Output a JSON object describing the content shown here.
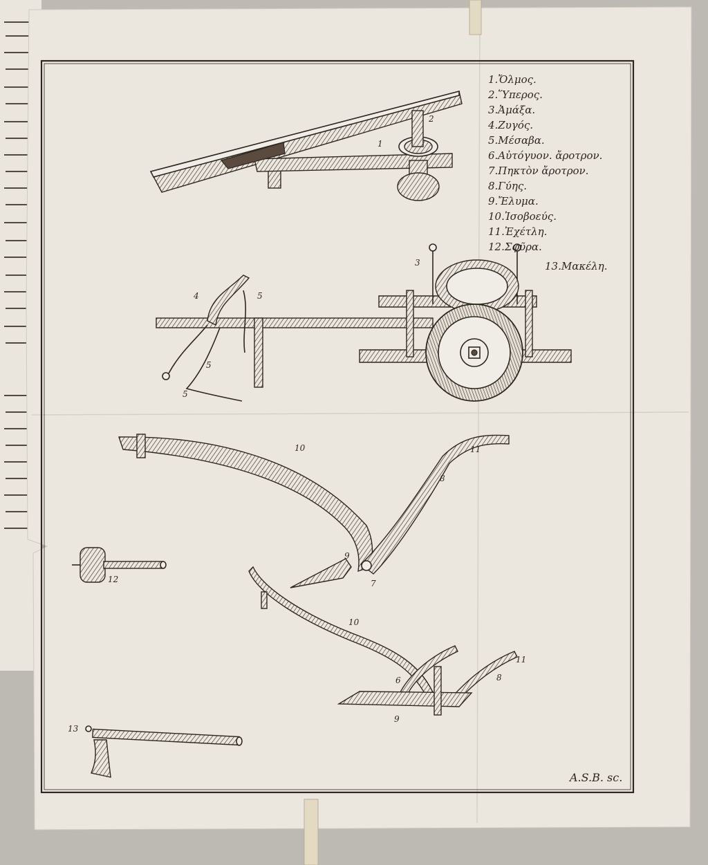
{
  "legend": {
    "items": [
      "1.Ὄλμος.",
      "2.Ὕπερος.",
      "3.Ἀμάξα.",
      "4.Ζυγός.",
      "5.Μέσαβα.",
      "6.Αὐτόγυον. ἄροτρον.",
      "7.Πηκτὸν ἄροτρον.",
      "8.Γύης.",
      "9.Ἔλυμα.",
      "10.Ἰσοβοεύς.",
      "11.Ἐχέτλη.",
      "12.Σφῦρα."
    ],
    "extra": "13.Μακέλη."
  },
  "numbers": {
    "n1": "1",
    "n2": "2",
    "n3": "3",
    "n4": "4",
    "n5": "5",
    "n6": "6",
    "n7": "7",
    "n8": "8",
    "n9": "9",
    "n10": "10",
    "n11": "11",
    "n12": "12",
    "n13": "13"
  },
  "signature": "A.S.B. sc."
}
